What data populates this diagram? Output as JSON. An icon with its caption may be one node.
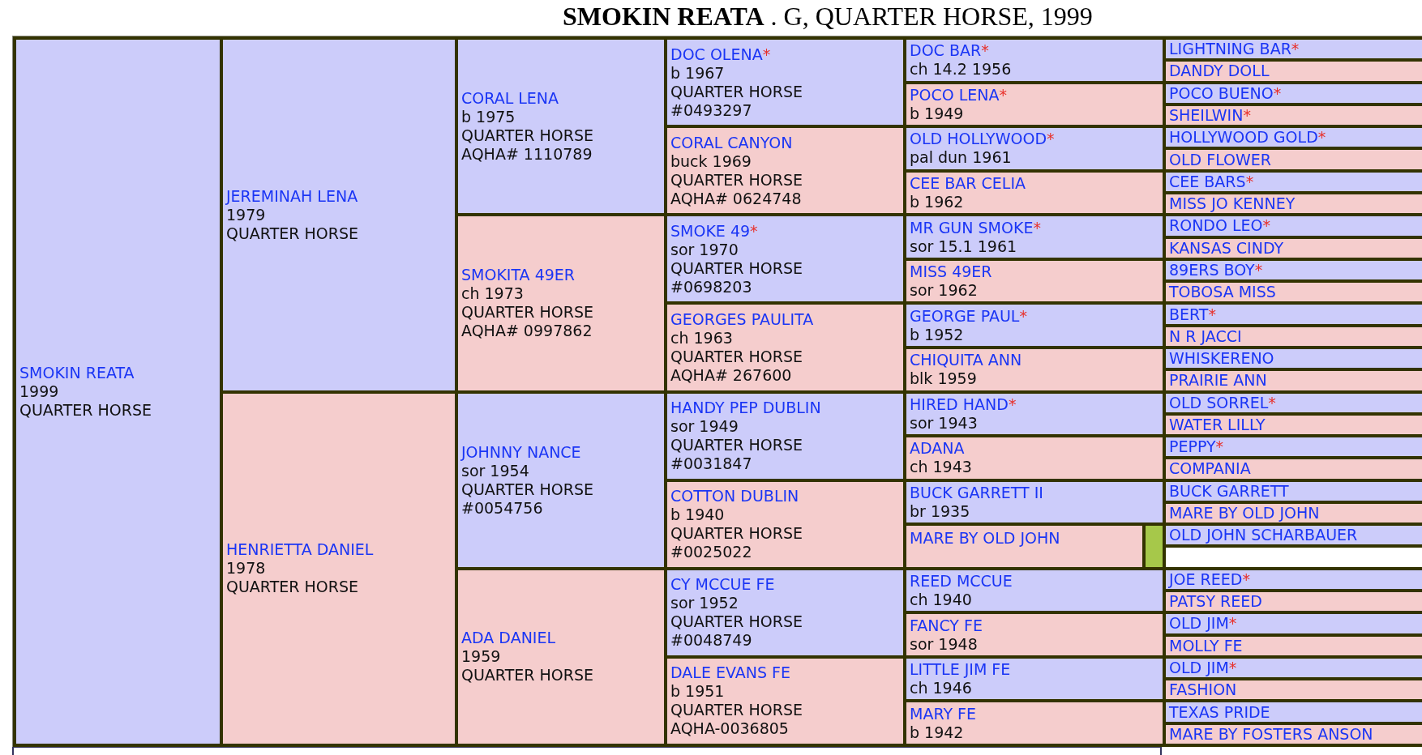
{
  "diagram": {
    "title": "**SMOKIN REATA** . G, QUARTER HORSE, 1999",
    "nodes": [
      {
        "text": [
          "SMOKIN REATA",
          "1999",
          "QUARTER HORSE"
        ]
      },
      {
        "text": [
          "JEREMINAH LENA",
          "1979",
          "QUARTER HORSE"
        ]
      },
      {
        "text": [
          "CORAL LENA",
          "b 1975",
          "QUARTER HORSE",
          "AQHA# 1110789"
        ]
      },
      {
        "text": [
          "DOC OLENA",
          "*",
          "b 1967",
          "QUARTER HORSE",
          "#0493297"
        ]
      },
      {
        "text": [
          "DOC BAR",
          "*",
          "ch 14.2 1956"
        ]
      },
      {
        "text": [
          "LIGHTNING BAR",
          "*"
        ]
      },
      {
        "text": [
          "DANDY DOLL"
        ]
      },
      {
        "text": [
          "POCO LENA",
          "*",
          "b 1949"
        ]
      },
      {
        "text": [
          "POCO BUENO",
          "*"
        ]
      },
      {
        "text": [
          "SHEILWIN",
          "*"
        ]
      },
      {
        "text": [
          "CORAL CANYON",
          "buck 1969",
          "QUARTER HORSE",
          "AQHA# 0624748"
        ]
      },
      {
        "text": [
          "OLD HOLLYWOOD",
          "*",
          "pal dun 1961"
        ]
      },
      {
        "text": [
          "HOLLYWOOD GOLD",
          "*"
        ]
      },
      {
        "text": [
          "OLD FLOWER"
        ]
      },
      {
        "text": [
          "CEE BAR CELIA",
          "b 1962"
        ]
      },
      {
        "text": [
          "CEE BARS",
          "*"
        ]
      },
      {
        "text": [
          "MISS JO KENNEY"
        ]
      },
      {
        "text": [
          "SMOKITA 49ER",
          "ch 1973",
          "QUARTER HORSE",
          "AQHA# 0997862"
        ]
      },
      {
        "text": [
          "SMOKE 49",
          "*",
          "sor 1970",
          "QUARTER HORSE",
          "#0698203"
        ]
      },
      {
        "text": [
          "MR GUN SMOKE",
          "*",
          "sor 15.1 1961"
        ]
      },
      {
        "text": [
          "RONDO LEO",
          "*"
        ]
      },
      {
        "text": [
          "KANSAS CINDY"
        ]
      },
      {
        "text": [
          "MISS 49ER",
          "sor 1962"
        ]
      },
      {
        "text": [
          "89ERS BOY",
          "*"
        ]
      },
      {
        "text": [
          "TOBOSA MISS"
        ]
      },
      {
        "text": [
          "GEORGES PAULITA",
          "ch 1963",
          "QUARTER HORSE",
          "AQHA# 267600"
        ]
      },
      {
        "text": [
          "GEORGE PAUL",
          "*",
          "b 1952"
        ]
      },
      {
        "text": [
          "BERT",
          "*"
        ]
      },
      {
        "text": [
          "N R JACCI"
        ]
      },
      {
        "text": [
          "CHIQUITA ANN",
          "blk 1959"
        ]
      },
      {
        "text": [
          "WHISKERENO"
        ]
      },
      {
        "text": [
          "PRAIRIE ANN"
        ]
      },
      {
        "text": [
          "HENRIETTA DANIEL",
          "1978",
          "QUARTER HORSE"
        ]
      },
      {
        "text": [
          "JOHNNY NANCE",
          "sor 1954",
          "QUARTER HORSE",
          "#0054756"
        ]
      },
      {
        "text": [
          "HANDY PEP DUBLIN",
          "sor 1949",
          "QUARTER HORSE",
          "#0031847"
        ]
      },
      {
        "text": [
          "HIRED HAND",
          "*",
          "sor 1943"
        ]
      },
      {
        "text": [
          "OLD SORREL",
          "*"
        ]
      },
      {
        "text": [
          "WATER LILLY"
        ]
      },
      {
        "text": [
          "ADANA",
          "ch 1943"
        ]
      },
      {
        "text": [
          "PEPPY",
          "*"
        ]
      },
      {
        "text": [
          "COMPANIA"
        ]
      },
      {
        "text": [
          "COTTON DUBLIN",
          "b 1940",
          "QUARTER HORSE",
          "#0025022"
        ]
      },
      {
        "text": [
          "BUCK GARRETT II",
          "br 1935"
        ]
      },
      {
        "text": [
          "BUCK GARRETT"
        ]
      },
      {
        "text": [
          "MARE BY OLD JOHN"
        ]
      },
      {
        "text": [
          "MARE BY OLD JOHN"
        ]
      },
      {
        "text": [],
        "shape": "bar"
      },
      {
        "text": [
          "OLD JOHN SCHARBAUER"
        ]
      },
      {
        "text": [],
        "shape": "box"
      },
      {
        "text": [
          "ADA DANIEL",
          "1959",
          "QUARTER HORSE"
        ]
      },
      {
        "text": [
          "CY MCCUE FE",
          "sor 1952",
          "QUARTER HORSE",
          "#0048749"
        ]
      },
      {
        "text": [
          "REED MCCUE",
          "ch 1940"
        ]
      },
      {
        "text": [
          "JOE REED",
          "*"
        ]
      },
      {
        "text": [
          "PATSY REED"
        ]
      },
      {
        "text": [
          "FANCY FE",
          "sor 1948"
        ]
      },
      {
        "text": [
          "OLD JIM",
          "*"
        ]
      },
      {
        "text": [
          "MOLLY FE"
        ]
      },
      {
        "text": [
          "DALE EVANS FE",
          "b 1951",
          "QUARTER HORSE",
          "AQHA-0036805"
        ]
      },
      {
        "text": [
          "LITTLE JIM FE",
          "ch 1946"
        ]
      },
      {
        "text": [
          "OLD JIM",
          "*"
        ]
      },
      {
        "text": [
          "FASHION"
        ]
      },
      {
        "text": [
          "MARY FE",
          "b 1942"
        ]
      },
      {
        "text": [
          "TEXAS PRIDE"
        ]
      },
      {
        "text": [
          "MARE BY FOSTERS ANSON"
        ]
      }
    ]
  }
}
